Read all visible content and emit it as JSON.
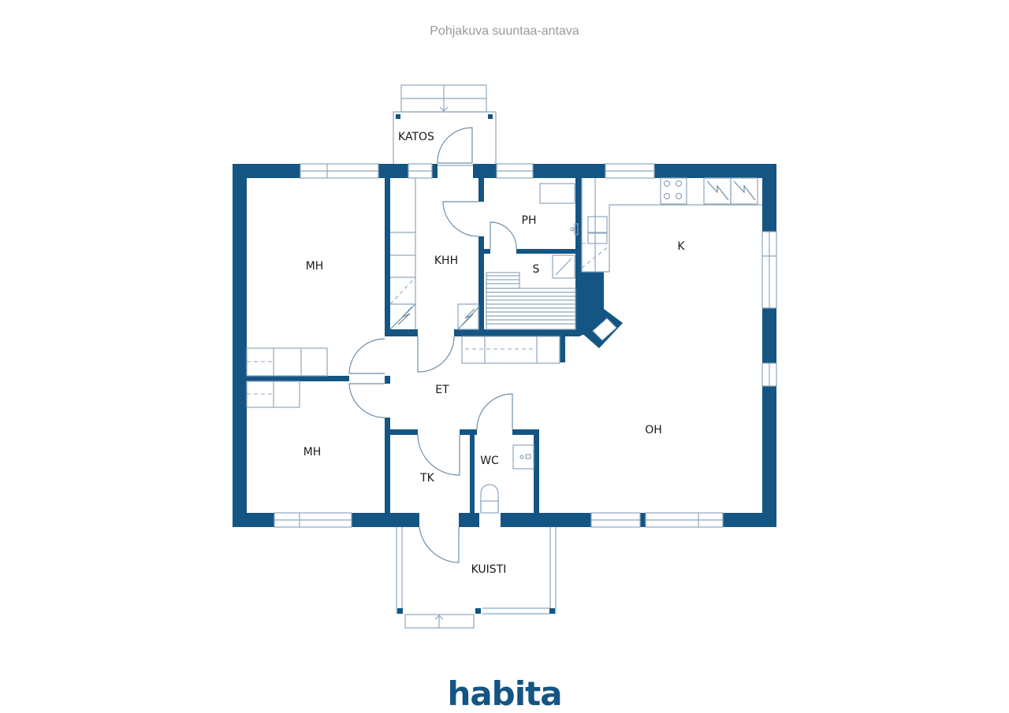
{
  "header": {
    "caption": "Pohjakuva suuntaa-antava"
  },
  "rooms": {
    "katos": "KATOS",
    "mh_top": "MH",
    "khh": "KHH",
    "ph": "PH",
    "s": "S",
    "k": "K",
    "et": "ET",
    "mh_bottom": "MH",
    "tk": "TK",
    "wc": "WC",
    "oh": "OH",
    "kuisti": "KUISTI"
  },
  "colors": {
    "wall": "#145583",
    "line": "#8ea6bd",
    "caption": "#9a9a9a"
  },
  "footer": {
    "logo": "habita"
  }
}
